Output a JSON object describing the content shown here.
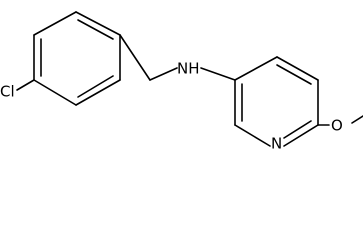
{
  "molecule": {
    "atoms": {
      "chlorine": "Cl",
      "amine": "NH",
      "pyridine_nitrogen": "N",
      "methoxy_oxygen": "O"
    }
  }
}
